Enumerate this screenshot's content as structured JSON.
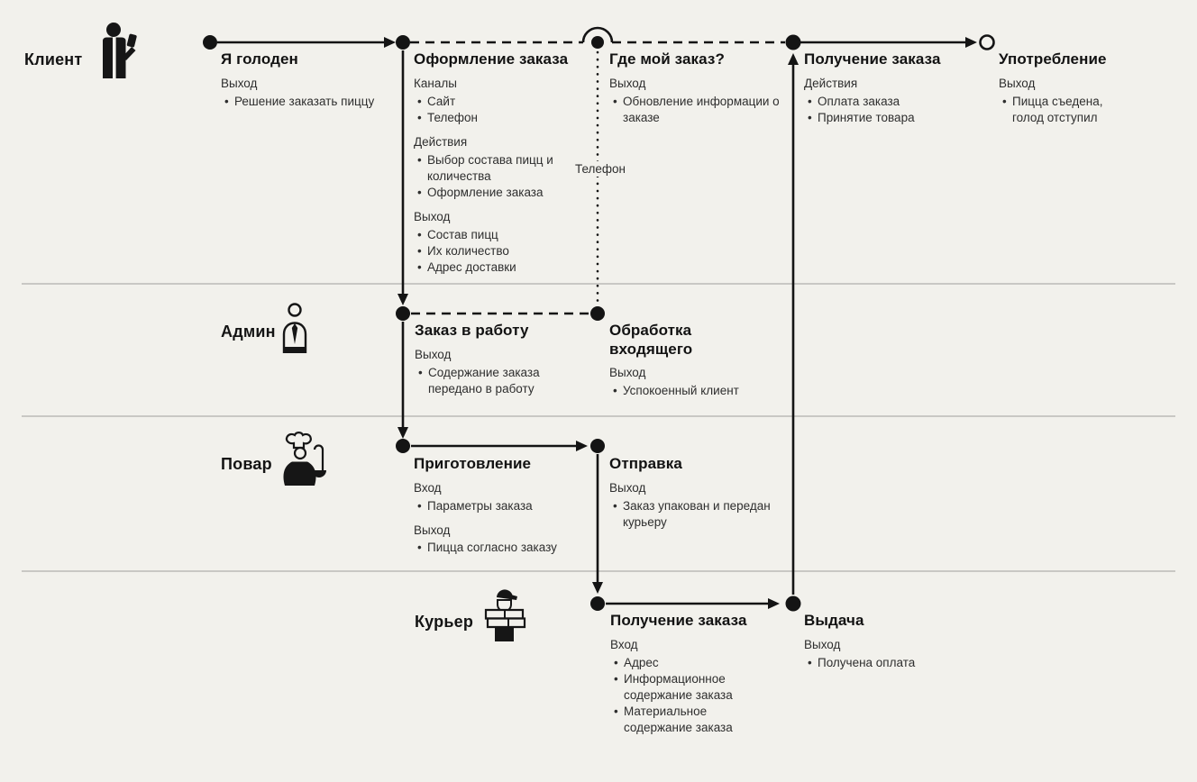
{
  "colors": {
    "background": "#f2f1ec",
    "line": "#141414",
    "divider": "#c9c8c4"
  },
  "channel_label": "Телефон",
  "lanes": [
    {
      "id": "client",
      "label": "Клиент",
      "icon": "client-icon"
    },
    {
      "id": "admin",
      "label": "Админ",
      "icon": "admin-icon"
    },
    {
      "id": "cook",
      "label": "Повар",
      "icon": "cook-icon"
    },
    {
      "id": "courier",
      "label": "Курьер",
      "icon": "courier-icon"
    }
  ],
  "steps": [
    {
      "id": "hungry",
      "lane": "client",
      "title": "Я голоден",
      "sections": [
        {
          "label": "Выход",
          "items": [
            "Решение заказать пиццу"
          ]
        }
      ]
    },
    {
      "id": "ordering",
      "lane": "client",
      "title": "Оформление заказа",
      "sections": [
        {
          "label": "Каналы",
          "items": [
            "Сайт",
            "Телефон"
          ]
        },
        {
          "label": "Действия",
          "items": [
            "Выбор состава пицц и количества",
            "Оформление заказа"
          ]
        },
        {
          "label": "Выход",
          "items": [
            "Состав пицц",
            "Их количество",
            "Адрес доставки"
          ]
        }
      ]
    },
    {
      "id": "where-is-my-order",
      "lane": "client",
      "title": "Где мой заказ?",
      "sections": [
        {
          "label": "Выход",
          "items": [
            "Обновление информации о заказе"
          ]
        }
      ]
    },
    {
      "id": "order-receiving-client",
      "lane": "client",
      "title": "Получение заказа",
      "sections": [
        {
          "label": "Действия",
          "items": [
            "Оплата заказа",
            "Принятие товара"
          ]
        }
      ]
    },
    {
      "id": "consumption",
      "lane": "client",
      "title": "Употребление",
      "sections": [
        {
          "label": "Выход",
          "items": [
            "Пицца съедена, голод отступил"
          ]
        }
      ]
    },
    {
      "id": "order-to-work",
      "lane": "admin",
      "title": "Заказ в работу",
      "sections": [
        {
          "label": "Выход",
          "items": [
            "Содержание заказа передано в работу"
          ]
        }
      ]
    },
    {
      "id": "incoming-processing",
      "lane": "admin",
      "title": "Обработка входящего",
      "sections": [
        {
          "label": "Выход",
          "items": [
            "Успокоенный клиент"
          ]
        }
      ]
    },
    {
      "id": "cooking",
      "lane": "cook",
      "title": "Приготовление",
      "sections": [
        {
          "label": "Вход",
          "items": [
            "Параметры заказа"
          ]
        },
        {
          "label": "Выход",
          "items": [
            "Пицца согласно заказу"
          ]
        }
      ]
    },
    {
      "id": "dispatch",
      "lane": "cook",
      "title": "Отправка",
      "sections": [
        {
          "label": "Выход",
          "items": [
            "Заказ упакован и передан курьеру"
          ]
        }
      ]
    },
    {
      "id": "order-receiving-courier",
      "lane": "courier",
      "title": "Получение заказа",
      "sections": [
        {
          "label": "Вход",
          "items": [
            "Адрес",
            "Информационное содержание заказа",
            "Материальное содержание заказа"
          ]
        }
      ]
    },
    {
      "id": "handover",
      "lane": "courier",
      "title": "Выдача",
      "sections": [
        {
          "label": "Выход",
          "items": [
            "Получена оплата"
          ]
        }
      ]
    }
  ]
}
